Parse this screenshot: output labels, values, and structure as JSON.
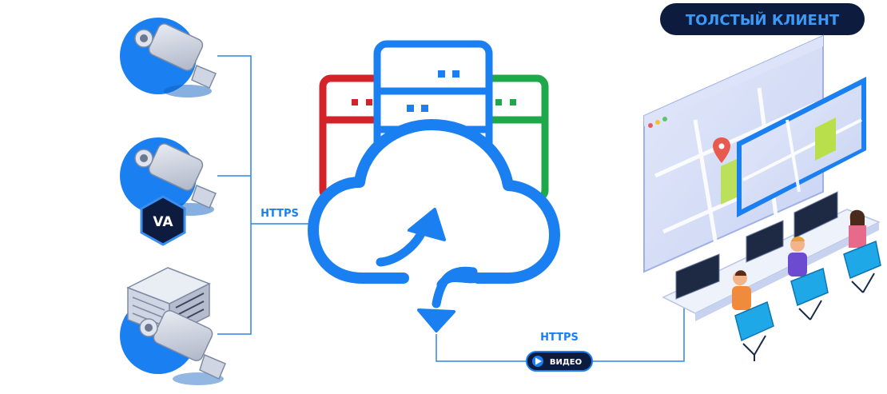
{
  "diagram": {
    "client_badge": {
      "label": "ТОЛСТЫЙ КЛИЕНТ"
    },
    "left_link": {
      "protocol": "HTTPS"
    },
    "bottom_link": {
      "protocol": "HTTPS",
      "video_badge": "ВИДЕО"
    },
    "va_badge": {
      "label": "VA"
    },
    "colors": {
      "accent_blue": "#1a7ff0",
      "dark_navy": "#0d1b3e",
      "server_red": "#d42229",
      "server_green": "#1ea84a",
      "line_blue": "#2f86e6"
    }
  }
}
